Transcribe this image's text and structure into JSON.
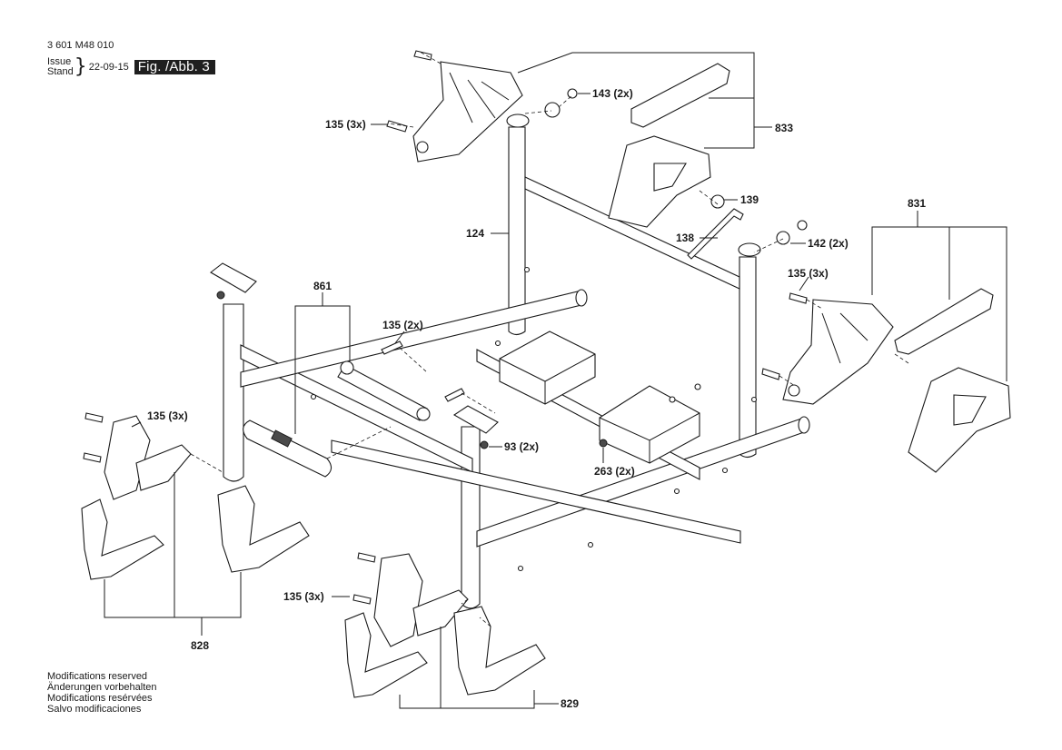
{
  "header": {
    "doc_number": "3 601 M48 010",
    "issue_label": "Issue",
    "stand_label": "Stand",
    "date": "22-09-15",
    "figure": "Fig. /Abb. 3"
  },
  "callouts": {
    "c143": "143 (2x)",
    "c135_top": "135 (3x)",
    "c833": "833",
    "c139": "139",
    "c124": "124",
    "c138": "138",
    "c142": "142 (2x)",
    "c831": "831",
    "c135_right": "135 (3x)",
    "c861": "861",
    "c135_2x": "135 (2x)",
    "c135_left": "135 (3x)",
    "c93": "93 (2x)",
    "c263": "263 (2x)",
    "c135_bottom": "135 (3x)",
    "c828": "828",
    "c829": "829"
  },
  "notes": [
    "Modifications reserved",
    "Änderungen vorbehalten",
    "Modifications resérvées",
    "Salvo modificaciones"
  ]
}
